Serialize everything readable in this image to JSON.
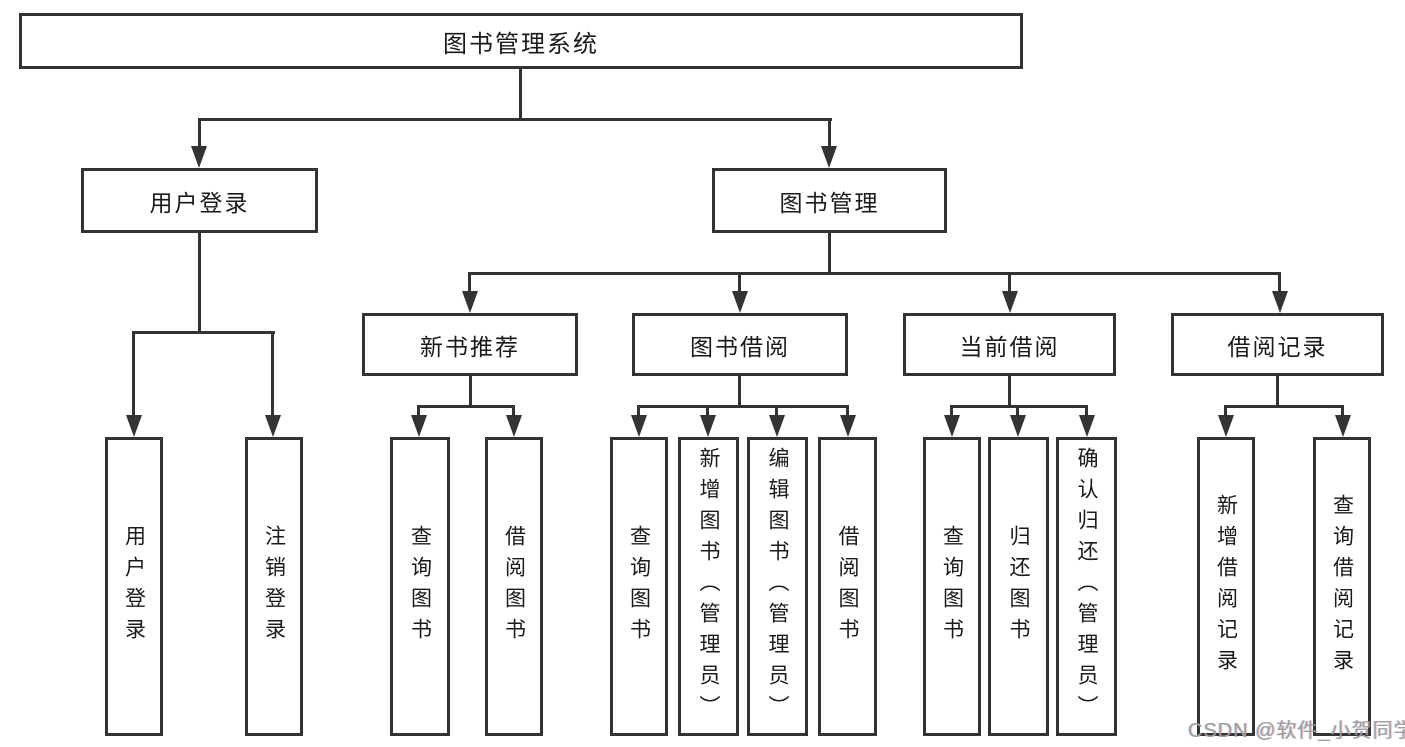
{
  "tree": {
    "root": {
      "label": "图书管理系统"
    },
    "level2": [
      {
        "label": "用户登录"
      },
      {
        "label": "图书管理"
      }
    ],
    "level3": [
      {
        "label": "新书推荐"
      },
      {
        "label": "图书借阅"
      },
      {
        "label": "当前借阅"
      },
      {
        "label": "借阅记录"
      }
    ],
    "leaves": {
      "user": [
        "用户登录",
        "注销登录"
      ],
      "recommend": [
        "查询图书",
        "借阅图书"
      ],
      "borrow": [
        "查询图书",
        "新增图书（管理员）",
        "编辑图书（管理员）",
        "借阅图书"
      ],
      "current": [
        "查询图书",
        "归还图书",
        "确认归还（管理员）"
      ],
      "records": [
        "新增借阅记录",
        "查询借阅记录"
      ]
    }
  },
  "watermark": {
    "text": "CSDN @软件_小贺同学"
  },
  "colors": {
    "line": "#333333",
    "border": "#333333",
    "text": "#1a1a1a",
    "watermark": "#9e9e9e",
    "background": "#ffffff"
  }
}
